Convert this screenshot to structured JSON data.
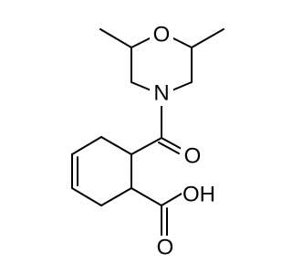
{
  "atoms": {
    "ring_oxygen": "O",
    "amide_nitrogen": "N",
    "amide_carbonyl_oxygen": "O",
    "acid_hydroxyl": "OH",
    "acid_carbonyl_oxygen": "O"
  },
  "colors": {
    "bond": "#000000",
    "label": "#000000",
    "background": "#ffffff"
  }
}
